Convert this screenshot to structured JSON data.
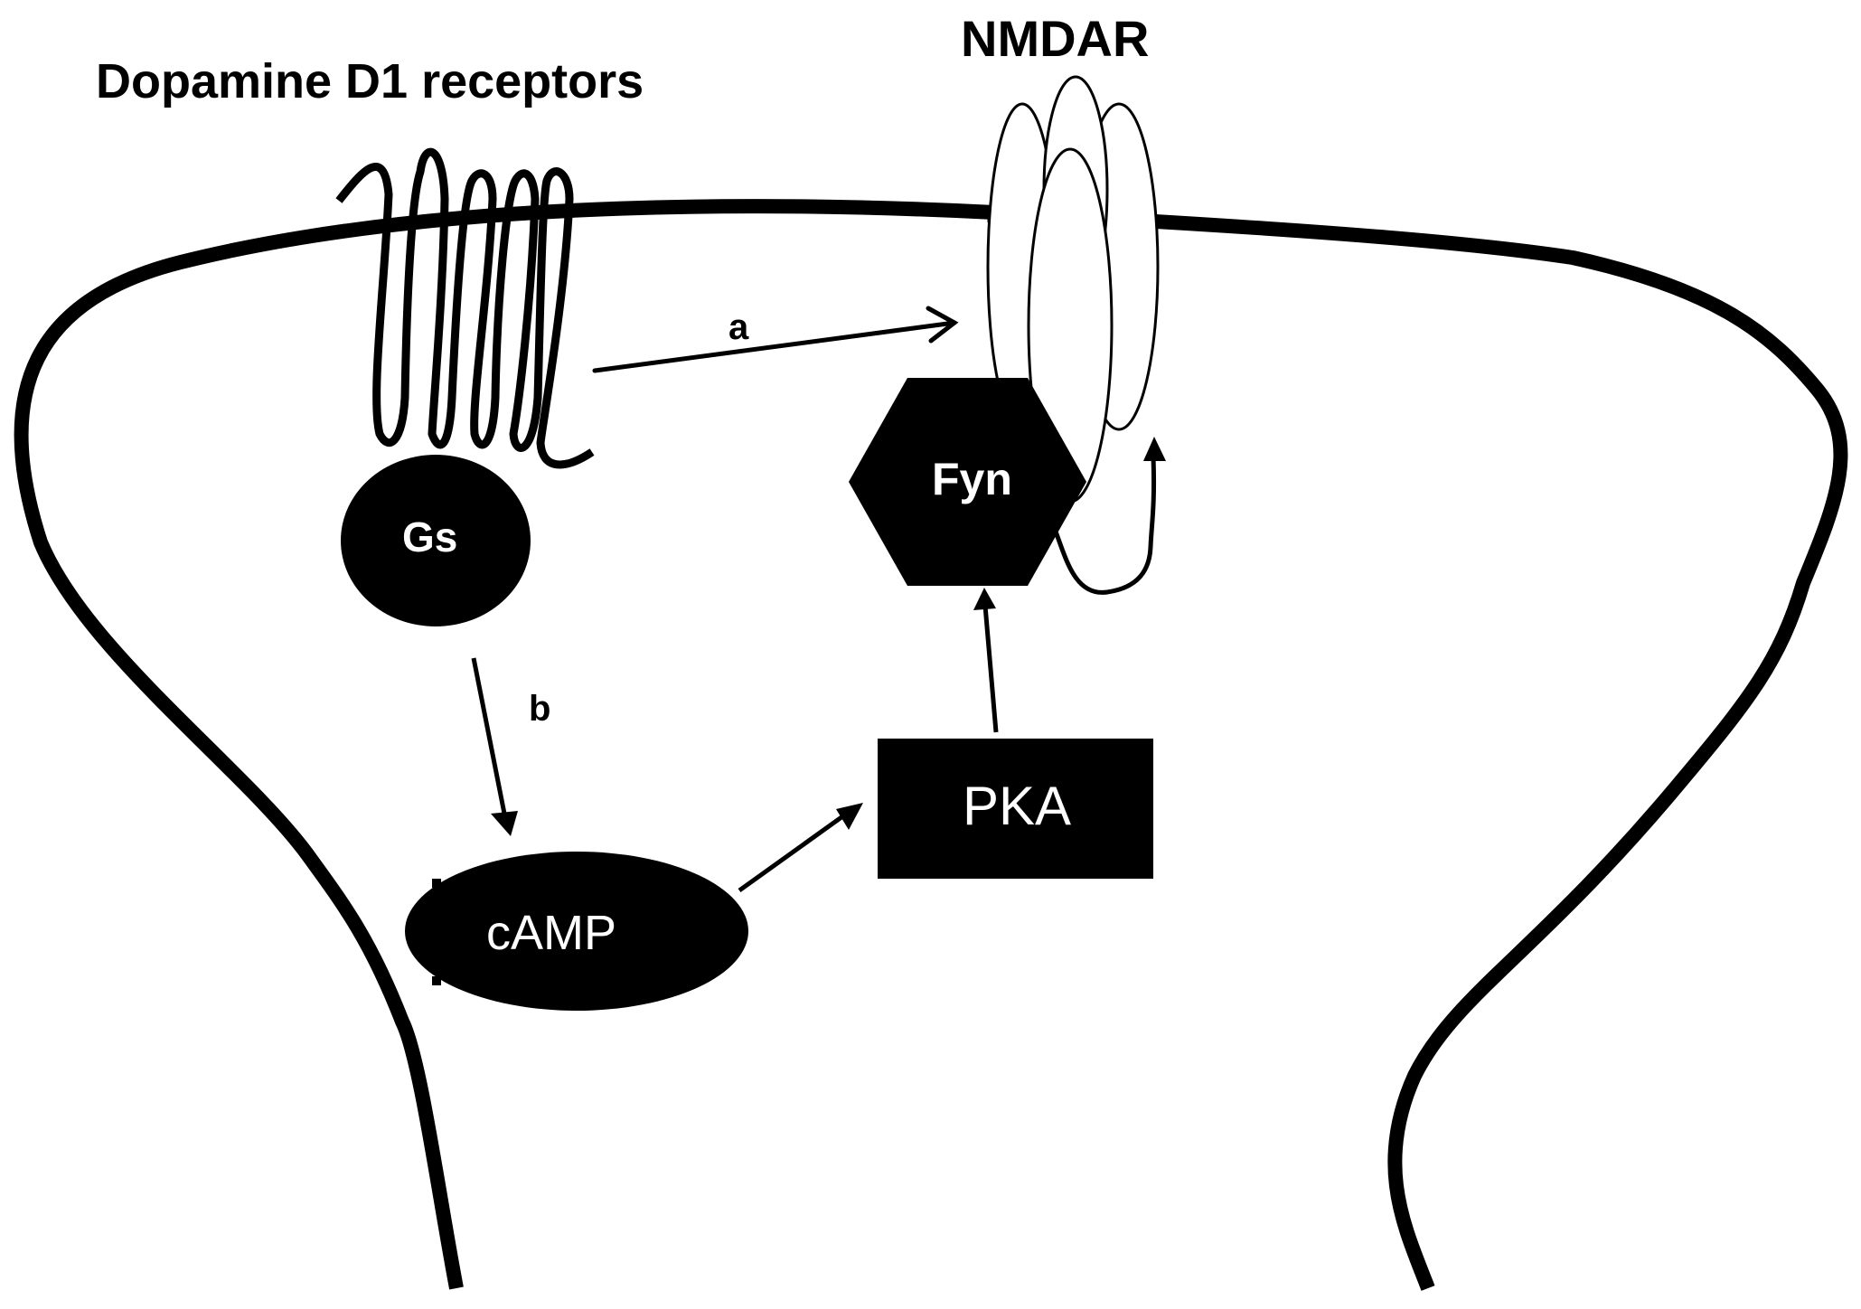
{
  "diagram": {
    "title_receptor": "Dopamine D1 receptors",
    "title_nmdar": "NMDAR",
    "gs_label": "Gs",
    "camp_label": "cAMP",
    "pka_label": "PKA",
    "fyn_label": "Fyn",
    "arrow_a_label": "a",
    "arrow_b_label": "b"
  },
  "colors": {
    "ink": "#000000",
    "background": "#ffffff",
    "node_text": "#ffffff"
  }
}
